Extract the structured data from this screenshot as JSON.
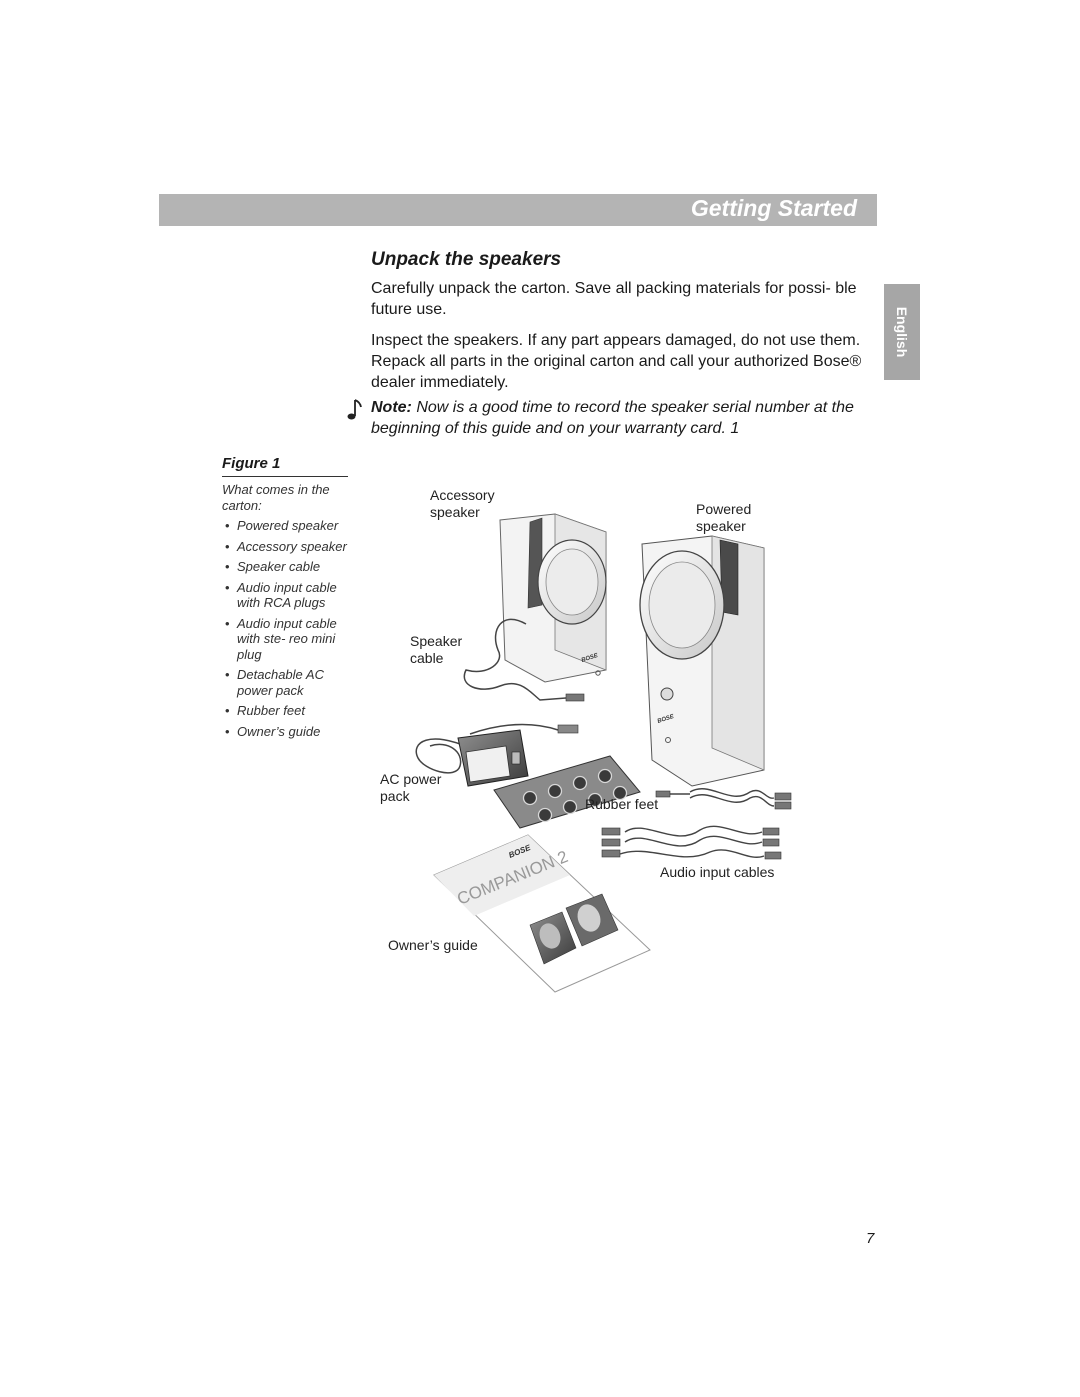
{
  "header": {
    "title": "Getting Started"
  },
  "language_tab": "English",
  "section": {
    "title": "Unpack the speakers",
    "para1": "Carefully unpack the carton. Save all packing materials for possi- ble future use.",
    "para2": "Inspect the speakers. If any part appears damaged, do not use them. Repack all parts in the original carton and call your authorized Bose® dealer immediately.",
    "note_label": "Note:",
    "note_text": "Now is a good time to record the speaker serial number at the beginning of this guide and on your warranty card. 1"
  },
  "figure": {
    "label": "Figure 1",
    "caption_intro": "What comes in the carton:",
    "items": [
      "Powered speaker",
      "Accessory speaker",
      "Speaker cable",
      "Audio input cable with RCA plugs",
      "Audio input cable with ste- reo mini plug",
      "Detachable AC power pack",
      "Rubber feet",
      "Owner’s guide"
    ],
    "labels": {
      "accessory_speaker": "Accessory speaker",
      "powered_speaker": "Powered speaker",
      "speaker_cable": "Speaker cable",
      "ac_power_pack": "AC power pack",
      "rubber_feet": "Rubber feet",
      "audio_input_cables": "Audio input cables",
      "owners_guide": "Owner’s guide"
    },
    "logo_text": "BOSE",
    "guide_cover_text": "COMPANION 2"
  },
  "page_number": "7"
}
